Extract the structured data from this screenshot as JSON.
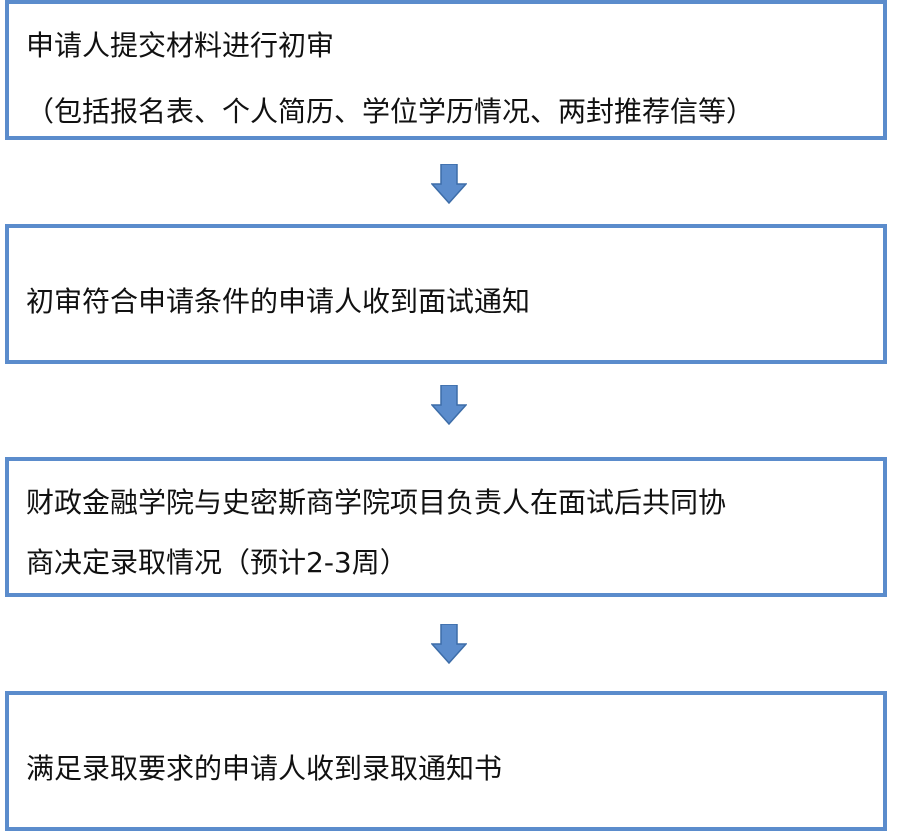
{
  "flowchart": {
    "steps": [
      {
        "line1": "申请人提交材料进行初审",
        "line2": "（包括报名表、个人简历、学位学历情况、两封推荐信等）"
      },
      {
        "line1": "初审符合申请条件的申请人收到面试通知"
      },
      {
        "line1": "财政金融学院与史密斯商学院项目负责人在面试后共同协",
        "line2": "商决定录取情况（预计2-3周）"
      },
      {
        "line1": "满足录取要求的申请人收到录取通知书"
      }
    ],
    "box_border_color": "#5b8ccc",
    "arrow_fill_color": "#5b8ccc",
    "arrow_icon": "down-arrow-icon"
  }
}
